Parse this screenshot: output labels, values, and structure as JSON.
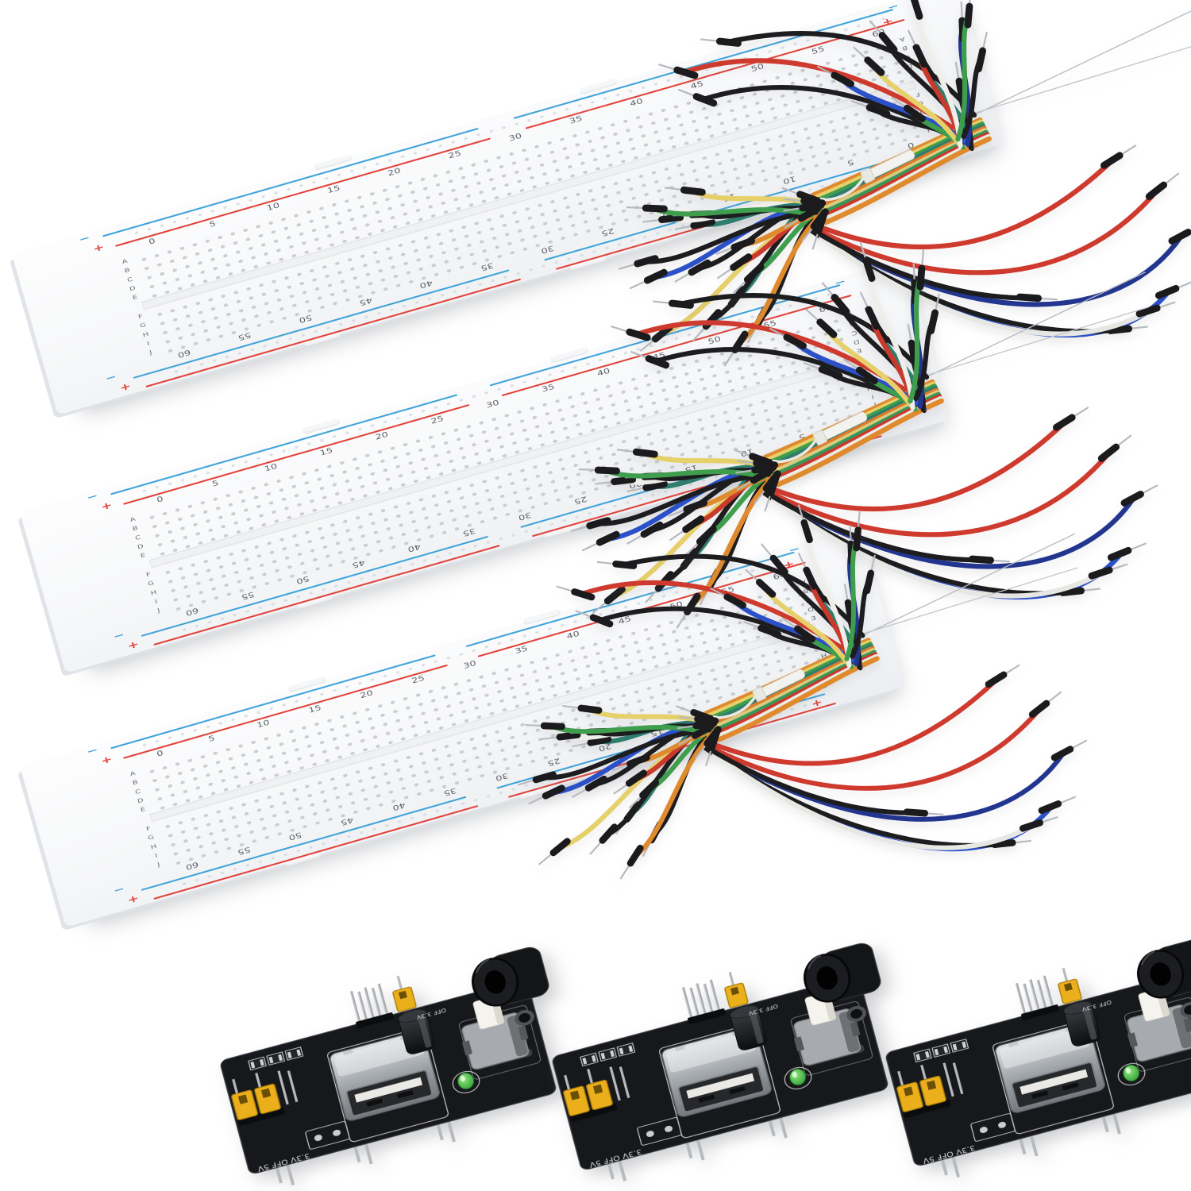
{
  "scene": {
    "title": "Three 830-point solderless breadboards with jumper wire bundles and three breadboard power supply modules",
    "background": "#ffffff",
    "items": [
      {
        "name": "breadboard-830-tie-points",
        "quantity": 3
      },
      {
        "name": "jumper-wire-bundle",
        "quantity": 3
      },
      {
        "name": "breadboard-power-supply-module",
        "quantity": 3
      }
    ]
  },
  "breadboard": {
    "numbers_top": [
      "0",
      "5",
      "10",
      "15",
      "20",
      "25",
      "30",
      "35",
      "40",
      "45",
      "50",
      "55",
      "60"
    ],
    "numbers_bottom": [
      "60",
      "55",
      "50",
      "45",
      "40",
      "35",
      "30",
      "25",
      "20",
      "15",
      "10",
      "5",
      "0"
    ],
    "letters_top": [
      "A",
      "B",
      "C",
      "D",
      "E"
    ],
    "letters_bottom": [
      "F",
      "G",
      "H",
      "I",
      "J"
    ],
    "plus": "+",
    "minus": "−",
    "colors": {
      "body": "#fafbfc",
      "rail_red": "#e2423a",
      "rail_blue": "#3fa3da",
      "hole": "#c9cdd2",
      "label_text": "#5d6065"
    }
  },
  "bundle": {
    "tie_color": "#f2f2ee",
    "tip_color": "#1b1b1d",
    "pin_color": "#b6b9be",
    "band_colors": [
      "#e08a2e",
      "#e6d06a",
      "#3f9e4d",
      "#2e7d6e",
      "#df7b28",
      "#d9cc80",
      "#35985a",
      "#c93a2c",
      "#ecebe7",
      "#e08a2e"
    ],
    "fan_colors": [
      "#1d1d1f",
      "#e08a2e",
      "#2e7d6e",
      "#1d1d1f",
      "#3f9e4d",
      "#e6d06a",
      "#c93a2c",
      "#1d1d1f",
      "#2b50c8",
      "#e08a2e",
      "#1d1d1f",
      "#2e7d6e",
      "#efeeea",
      "#1d1d1f",
      "#3f9e4d",
      "#e6d06a"
    ],
    "upper_colors": [
      "#1d1d1f",
      "#2b50c8",
      "#3f9e4d",
      "#e6d06a",
      "#1d1d1f",
      "#2e7d6e",
      "#c93a2c",
      "#efeeea",
      "#1d1d1f",
      "#23368f",
      "#3f9e4d",
      "#1d1d1f"
    ],
    "arc_colors": {
      "red": "#cf3a2e",
      "navy": "#23368f",
      "blue": "#2b50c8",
      "black": "#1d1d1f",
      "white": "#e7e7e3",
      "gray": "#c7c9cc"
    }
  },
  "module": {
    "labels": {
      "left_jumper": "3.3V OFF 5V",
      "top_jumper": "OFF 3.3V"
    },
    "colors": {
      "pcb": "#17181b",
      "silkscreen": "#e6e6e6",
      "jumper_yellow": "#ecaf1c",
      "usb_silver": "#c3c6ca",
      "led_green": "#2fae35",
      "button_gray": "#a7aaae",
      "plunger_white": "#f5f3ee",
      "jack_black": "#141517",
      "pin_silver": "#b6b9be",
      "capacitor_black": "#232529"
    }
  }
}
